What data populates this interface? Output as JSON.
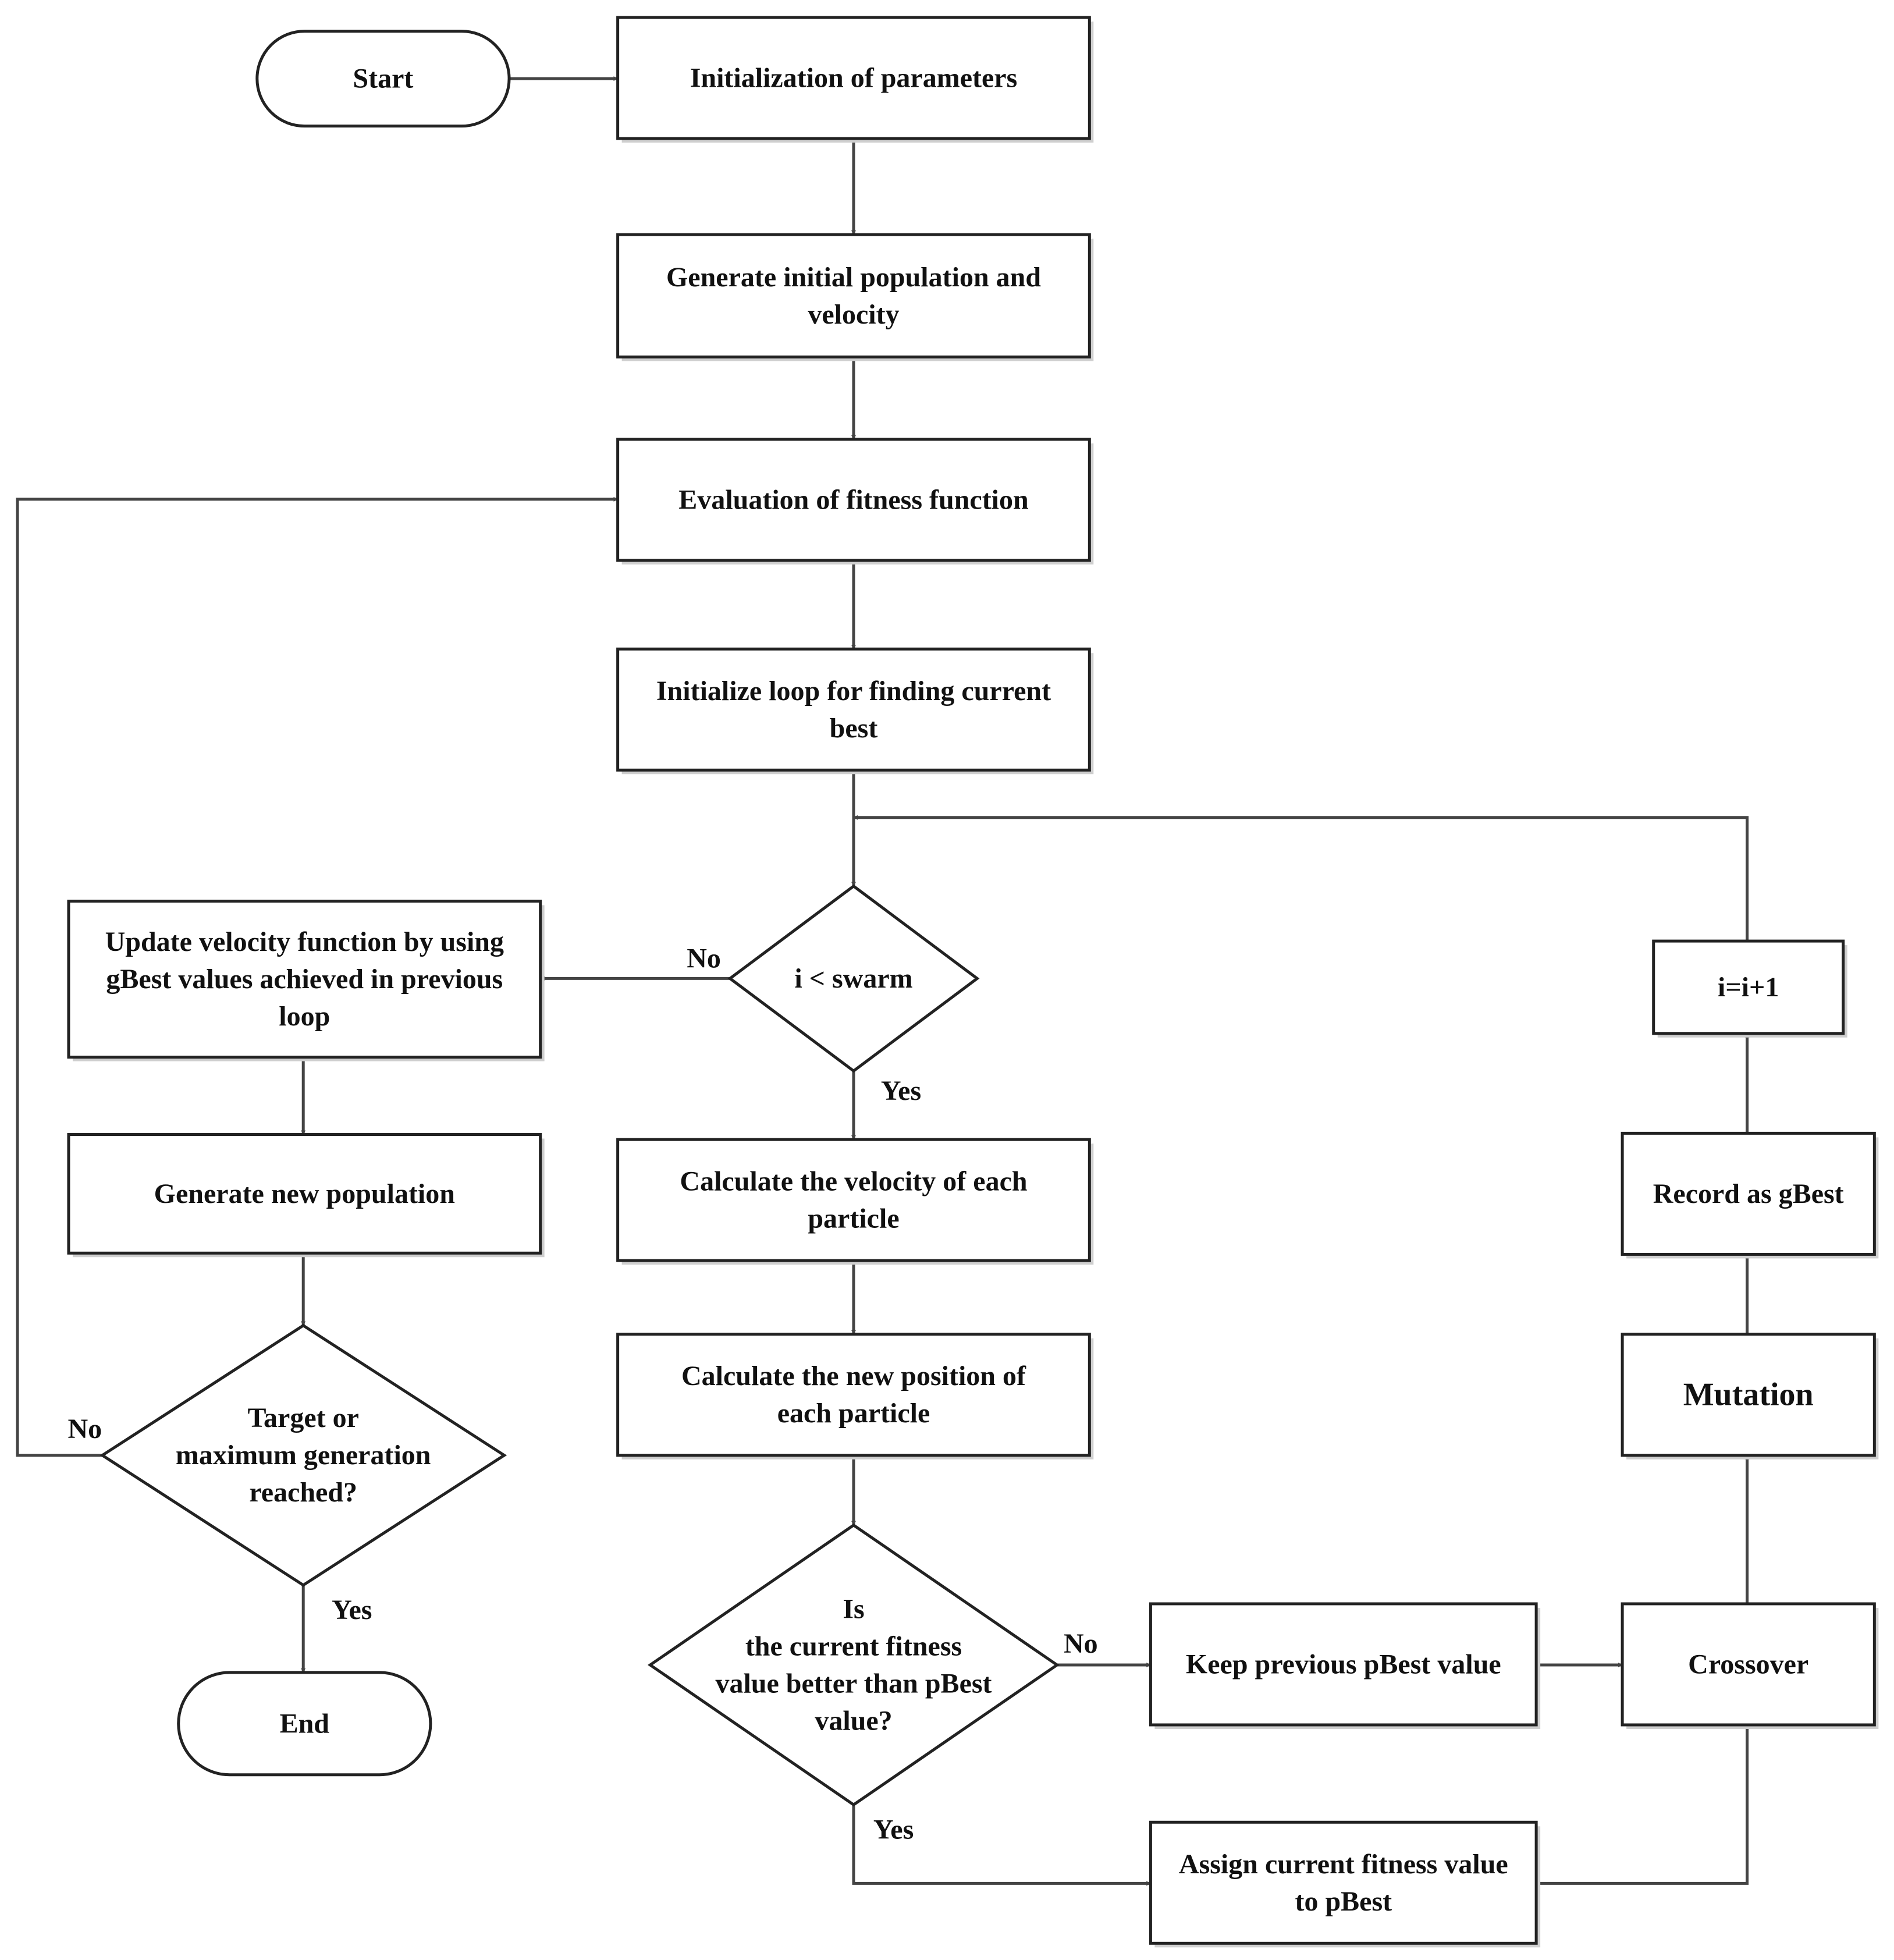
{
  "nodes": {
    "start": {
      "lines": [
        "Start"
      ]
    },
    "init_params": {
      "lines": [
        "Initialization of parameters"
      ]
    },
    "gen_pop": {
      "lines": [
        "Generate initial population and",
        "velocity"
      ]
    },
    "eval_fitness": {
      "lines": [
        "Evaluation of fitness function"
      ]
    },
    "init_loop": {
      "lines": [
        "Initialize loop for finding current",
        "best"
      ]
    },
    "swarm_check": {
      "lines": [
        "i < swarm"
      ]
    },
    "update_velocity": {
      "lines": [
        "Update velocity function by using",
        "gBest values achieved in previous",
        "loop"
      ]
    },
    "gen_new_pop": {
      "lines": [
        "Generate new population"
      ]
    },
    "target_check": {
      "lines": [
        "Target  or",
        "maximum generation",
        "reached?"
      ]
    },
    "end": {
      "lines": [
        "End"
      ]
    },
    "calc_velocity": {
      "lines": [
        "Calculate the velocity of each",
        "particle"
      ]
    },
    "calc_position": {
      "lines": [
        "Calculate the new position of",
        "each particle"
      ]
    },
    "fitness_check": {
      "lines": [
        "Is",
        "the current fitness",
        "value better than pBest",
        "value?"
      ]
    },
    "keep_pbest": {
      "lines": [
        "Keep previous pBest value"
      ]
    },
    "assign_pbest": {
      "lines": [
        "Assign current fitness value",
        "to pBest"
      ]
    },
    "crossover": {
      "lines": [
        "Crossover"
      ]
    },
    "mutation": {
      "lines": [
        "Mutation"
      ]
    },
    "record_gbest": {
      "lines": [
        "Record as gBest"
      ]
    },
    "increment": {
      "lines": [
        "i=i+1"
      ]
    }
  },
  "edge_labels": {
    "swarm_no": "No",
    "swarm_yes": "Yes",
    "target_no": "No",
    "target_yes": "Yes",
    "fitness_no": "No",
    "fitness_yes": "Yes"
  }
}
